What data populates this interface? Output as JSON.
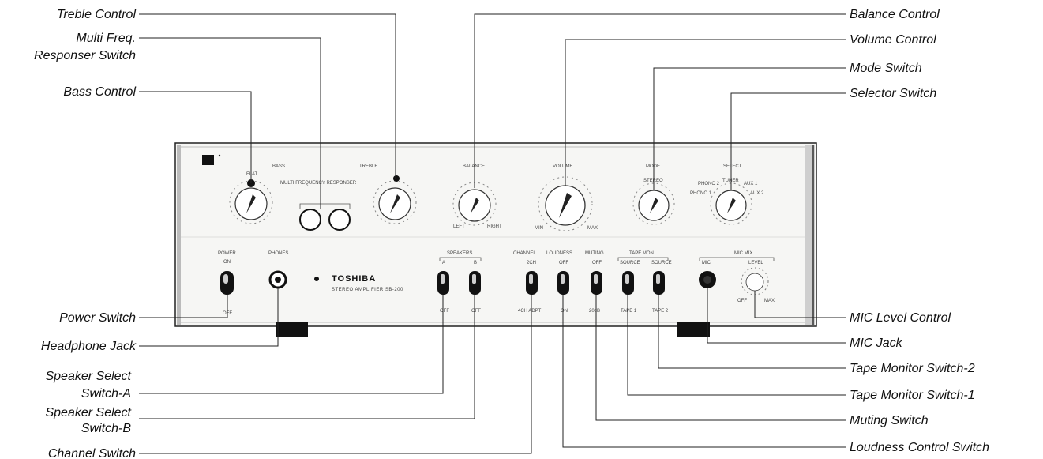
{
  "callouts_left": [
    {
      "id": "treble",
      "lines": [
        "Treble Control"
      ]
    },
    {
      "id": "mfr",
      "lines": [
        "Multi Freq.",
        "Responser Switch"
      ]
    },
    {
      "id": "bass",
      "lines": [
        "Bass Control"
      ]
    },
    {
      "id": "power",
      "lines": [
        "Power Switch"
      ]
    },
    {
      "id": "headphone",
      "lines": [
        "Headphone Jack"
      ]
    },
    {
      "id": "spk-a",
      "lines": [
        "Speaker Select",
        "Switch-A"
      ]
    },
    {
      "id": "spk-b",
      "lines": [
        "Speaker Select",
        "Switch-B"
      ]
    },
    {
      "id": "channel",
      "lines": [
        "Channel Switch"
      ]
    }
  ],
  "callouts_right": [
    {
      "id": "balance",
      "lines": [
        "Balance Control"
      ]
    },
    {
      "id": "volume",
      "lines": [
        "Volume Control"
      ]
    },
    {
      "id": "mode",
      "lines": [
        "Mode Switch"
      ]
    },
    {
      "id": "selector",
      "lines": [
        "Selector Switch"
      ]
    },
    {
      "id": "mic-level",
      "lines": [
        "MIC Level Control"
      ]
    },
    {
      "id": "mic-jack",
      "lines": [
        "MIC Jack"
      ]
    },
    {
      "id": "tape2",
      "lines": [
        "Tape Monitor Switch-2"
      ]
    },
    {
      "id": "tape1",
      "lines": [
        "Tape Monitor Switch-1"
      ]
    },
    {
      "id": "muting",
      "lines": [
        "Muting Switch"
      ]
    },
    {
      "id": "loudness",
      "lines": [
        "Loudness Control Switch"
      ]
    }
  ],
  "panel": {
    "brand": "TOSHIBA",
    "model": "STEREO AMPLIFIER SB-200",
    "labels": {
      "bass": "BASS",
      "treble": "TREBLE",
      "balance": "BALANCE",
      "volume": "VOLUME",
      "mode": "MODE",
      "select": "SELECT",
      "multi_freq": "MULTI FREQUENCY RESPONSER",
      "flat": "FLAT",
      "left": "LEFT",
      "right": "RIGHT",
      "min": "MIN",
      "max": "MAX",
      "stereo": "STEREO",
      "tuner": "TUNER",
      "phono1": "PHONO 1",
      "phono2": "PHONO 2",
      "aux1": "AUX 1",
      "aux2": "AUX 2",
      "power": "POWER",
      "on": "ON",
      "off": "OFF",
      "phones": "PHONES",
      "speakers": "SPEAKERS",
      "a": "A",
      "b": "B",
      "channel": "CHANNEL",
      "ch2": "2CH",
      "ch4": "4CH ADPT",
      "loudness": "LOUDNESS",
      "muting": "MUTING",
      "db": "20dB",
      "tape_mon": "TAPE MON",
      "source": "SOURCE",
      "tape1": "TAPE 1",
      "tape2": "TAPE 2",
      "mic": "MIC",
      "mic_mix": "MIC MIX",
      "level": "LEVEL"
    }
  }
}
